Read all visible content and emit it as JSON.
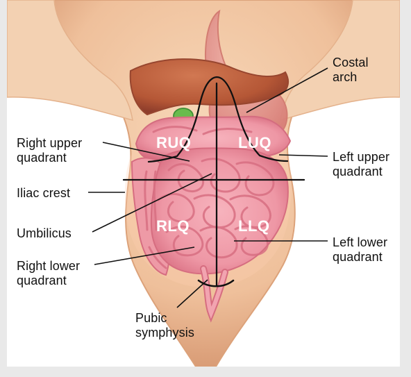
{
  "labels": {
    "costal_arch": "Costal\narch",
    "right_upper_quadrant": "Right upper\nquadrant",
    "left_upper_quadrant": "Left upper\nquadrant",
    "iliac_crest": "Iliac crest",
    "umbilicus": "Umbilicus",
    "right_lower_quadrant": "Right lower\nquadrant",
    "left_lower_quadrant": "Left lower\nquadrant",
    "pubic_symphysis": "Pubic\nsymphysis"
  },
  "quadrants": {
    "ruq": "RUQ",
    "luq": "LUQ",
    "rlq": "RLQ",
    "llq": "LLQ"
  },
  "colors": {
    "background": "#e9e9e9",
    "skin": "#f2c9a3",
    "liver": "#b65a3a",
    "stomach": "#e79a93",
    "intestine": "#ee9ba6",
    "gallbladder": "#64b84d",
    "line": "#111111"
  }
}
